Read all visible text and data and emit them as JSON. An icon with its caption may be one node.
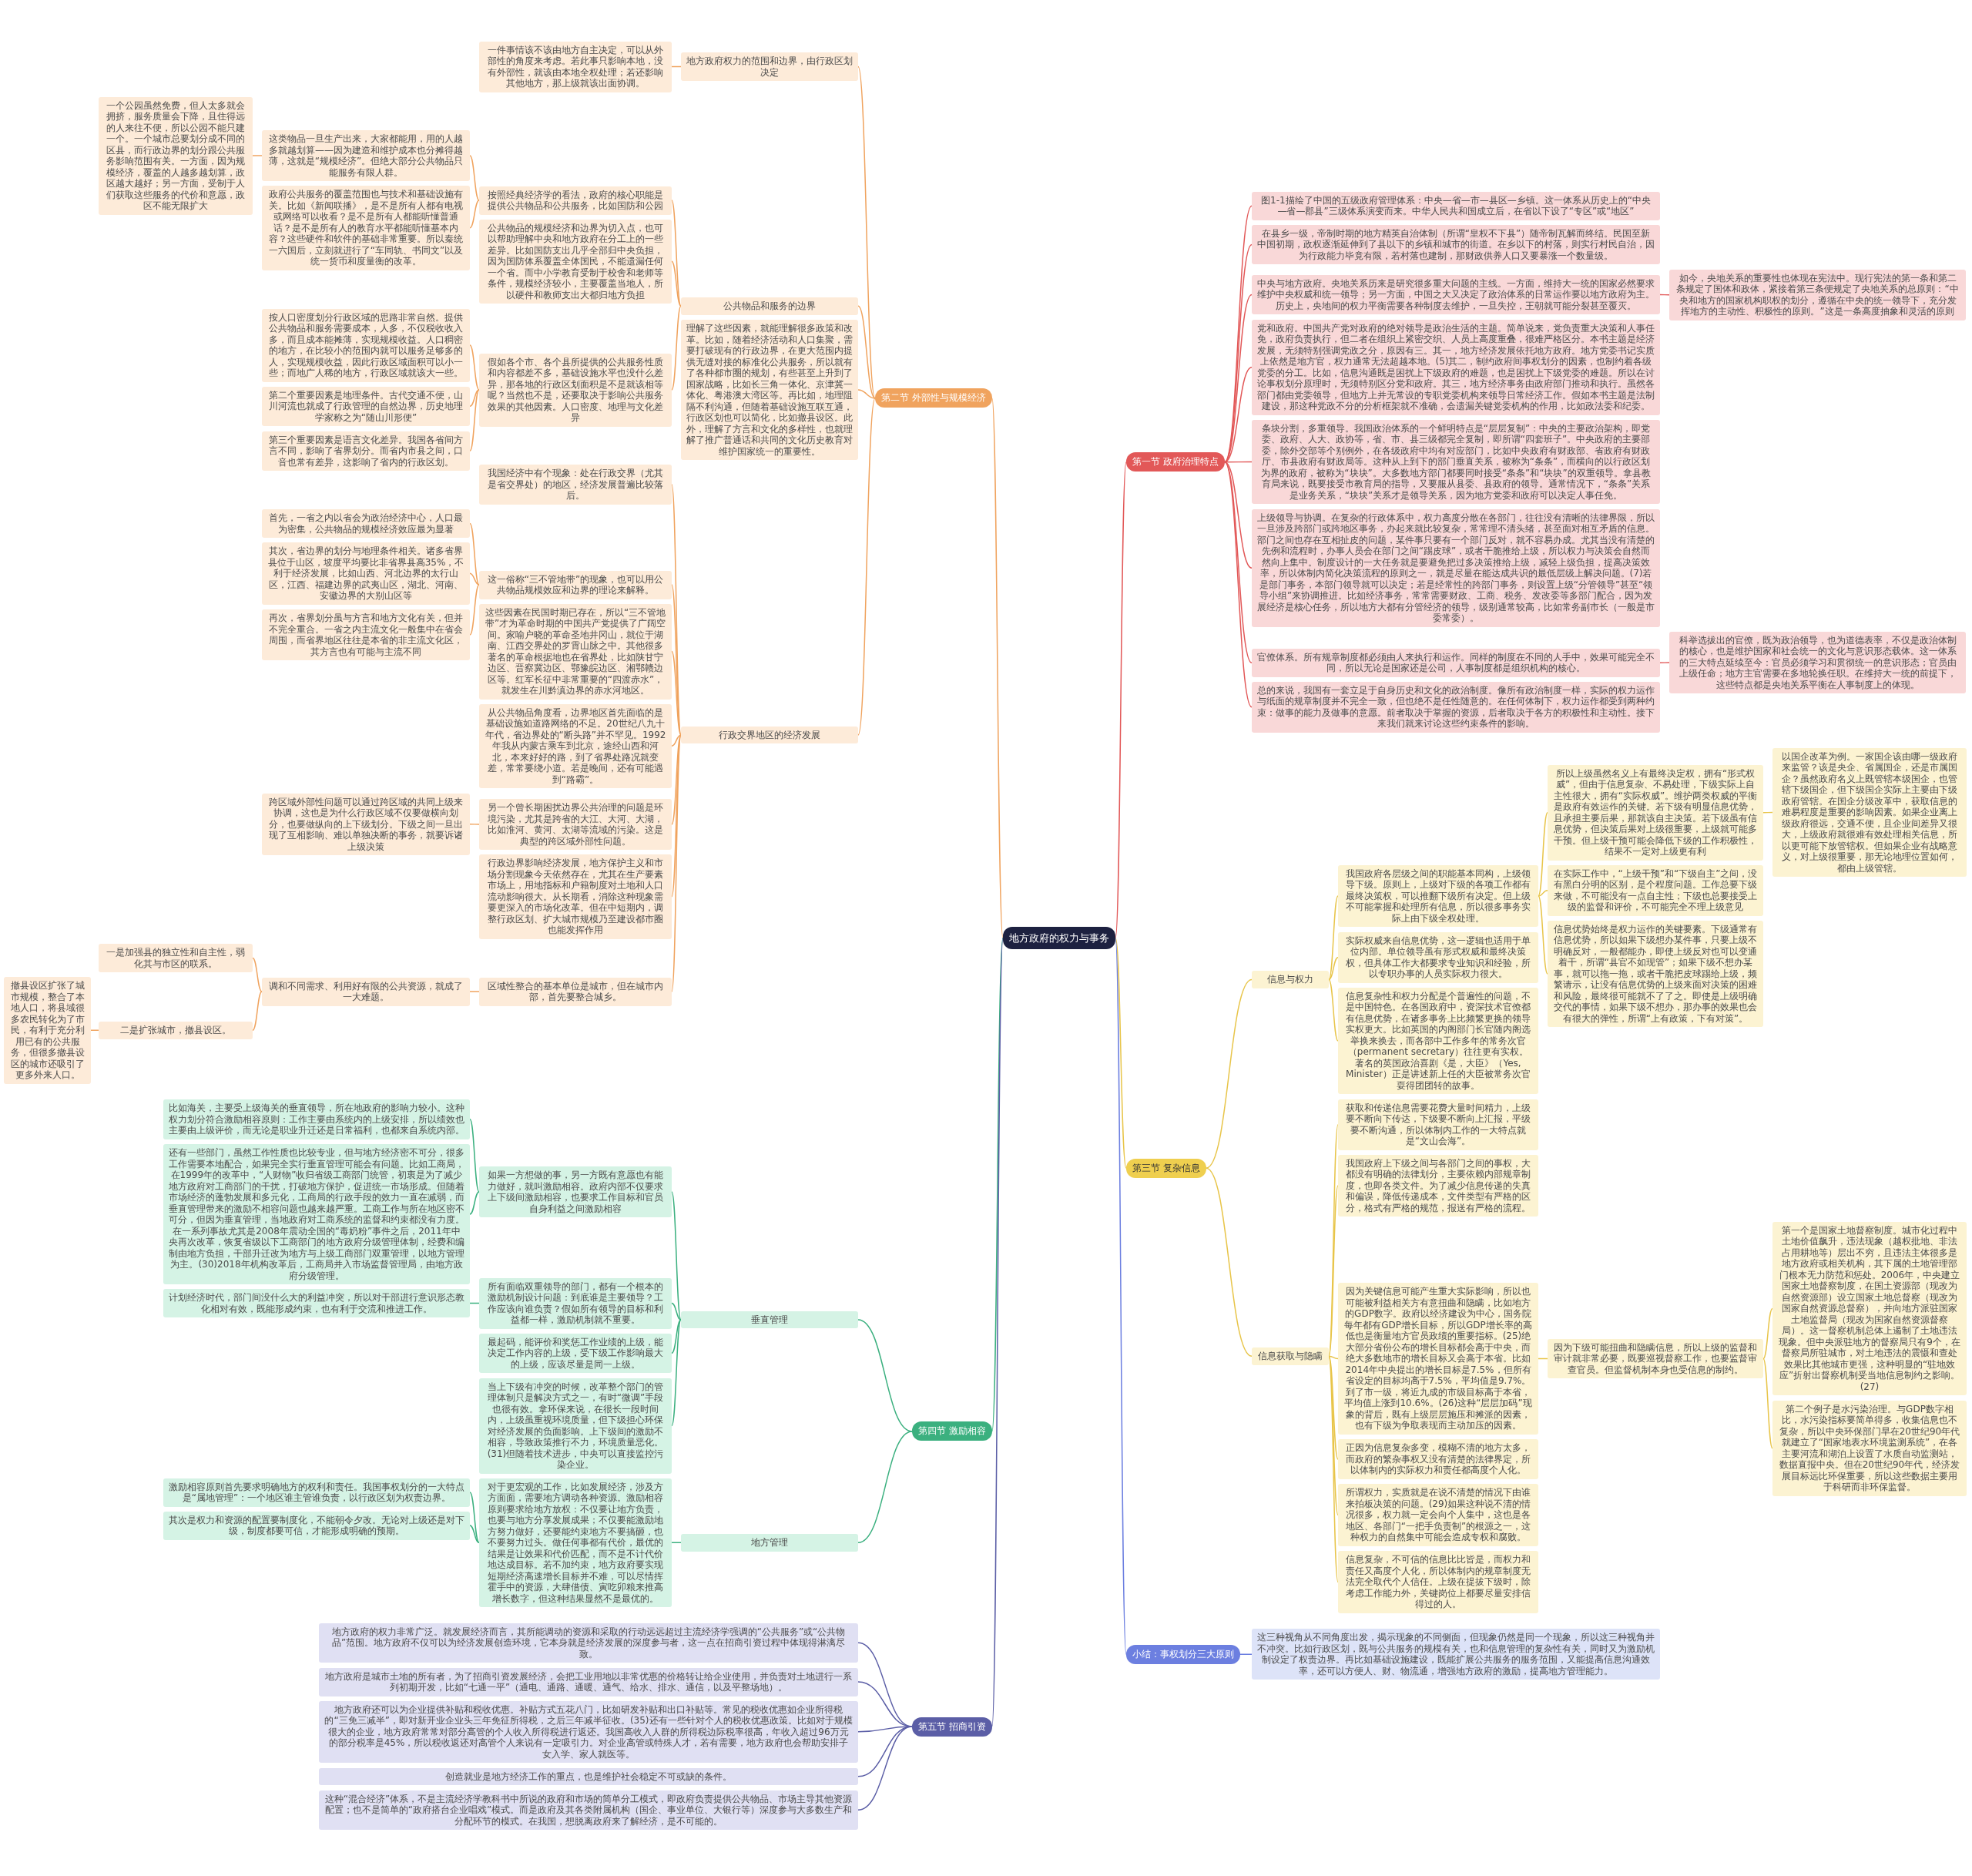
{
  "diagram": {
    "nodes": [
      {
        "text": [
          "地方政府的权力与事务"
        ]
      },
      {
        "text": [
          "第二节 外部性与规模经济"
        ]
      },
      {
        "text": [
          "地方政府权力的范围和边界，由行政区划决定"
        ]
      },
      {
        "text": [
          "一件事情该不该由地方自主决定，可以从外部性的角度来考虑。若此事只影响本地，没有外部性，就该由本地全权处理；若还影响其他地方，那上级就该出面协调。"
        ]
      },
      {
        "text": [
          "公共物品和服务的边界"
        ]
      },
      {
        "text": [
          "按照经典经济学的看法，政府的核心职能是提供公共物品和公共服务，比如国防和公园"
        ]
      },
      {
        "text": [
          "这类物品一旦生产出来，大家都能用，用的人越多就越划算——因为建造和维护成本也分摊得越薄，这就是“规模经济”。但绝大部分公共物品只能服务有限人群。"
        ]
      },
      {
        "text": [
          "一个公园虽然免费，但人太多就会拥挤，服务质量会下降，且住得远的人来往不便，所以公园不能只建一个。一个城市总要划分成不同的区县，而行政边界的划分跟公共服务影响范围有关。一方面，因为规模经济，覆盖的人越多越划算，政区越大越好；另一方面，受制于人们获取这些服务的代价和意愿，政区不能无限扩大"
        ]
      },
      {
        "text": [
          "政府公共服务的覆盖范围也与技术和基础设施有关。比如《新闻联播》，是不是所有人都有电视或网络可以收看？是不是所有人都能听懂普通话？是不是所有人的教育水平都能听懂基本内容？这些硬件和软件的基础非常重要。所以秦统一六国后，立刻就进行了“车同轨、书同文”以及统一货币和度量衡的改革。"
        ]
      },
      {
        "text": [
          "公共物品的规模经济和边界为切入点，也可以帮助理解中央和地方政府在分工上的一些差异。比如国防支出几乎全部归中央负担，因为国防体系覆盖全体国民，不能遗漏任何一个省。而中小学教育受制于校舍和老师等条件，规模经济较小，主要覆盖当地人，所以硬件和教师支出大都归地方负担"
        ]
      },
      {
        "text": [
          "假如各个市、各个县所提供的公共服务性质和内容都差不多，基础设施水平也没什么差异，那各地的行政区划面积是不是就该相等呢？当然也不是，还要取决于影响公共服务效果的其他因素。人口密度、地理与文化差异"
        ]
      },
      {
        "text": [
          "按人口密度划分行政区域的思路非常自然。提供公共物品和服务需要成本，人多，不仅税收收入多，而且成本能摊薄，实现规模收益。人口稠密的地方，在比较小的范围内就可以服务足够多的人，实现规模收益，因此行政区域面积可以小一些；而地广人稀的地方，行政区域就该大一些。"
        ]
      },
      {
        "text": [
          "第二个重要因素是地理条件。古代交通不便，山川河流也就成了行政管理的自然边界，历史地理学家称之为“随山川形便”"
        ]
      },
      {
        "text": [
          "第三个重要因素是语言文化差异。我国各省间方言不同，影响了省界划分。而省内市县之间，口音也常有差异，这影响了省内的行政区划。"
        ]
      },
      {
        "text": [
          "理解了这些因素，就能理解很多政策和改革。比如，随着经济活动和人口集聚，需要打破现有的行政边界，在更大范围内提供无缝对接的标准化公共服务，所以就有了各种都市圈的规划，有些甚至上升到了国家战略，比如长三角一体化、京津冀一体化、粤港澳大湾区等。再比如，地理阻隔不利沟通，但随着基础设施互联互通，行政区划也可以简化，比如撤县设区。此外，理解了方言和文化的多样性，也就理解了推广普通话和共同的文化历史教育对维护国家统一的重要性。"
        ]
      },
      {
        "text": [
          "行政交界地区的经济发展"
        ]
      },
      {
        "text": [
          "我国经济中有个现象：处在行政交界（尤其是省交界处）的地区，经济发展普遍比较落后。"
        ]
      },
      {
        "text": [
          "这一俗称“三不管地带”的现象，也可以用公共物品规模效应和边界的理论来解释。"
        ]
      },
      {
        "text": [
          "首先，一省之内以省会为政治经济中心，人口最为密集，公共物品的规模经济效应最为显著"
        ]
      },
      {
        "text": [
          "其次，省边界的划分与地理条件相关。诸多省界县位于山区，坡度平均要比非省界县高35%，不利于经济发展，比如山西、河北边界的太行山区，江西、福建边界的武夷山区，湖北、河南、安徽边界的大别山区等"
        ]
      },
      {
        "text": [
          "再次，省界划分虽与方言和地方文化有关，但并不完全重合。一省之内主流文化一般集中在省会周围，而省界地区往往是本省的非主流文化区，其方言也有可能与主流不同"
        ]
      },
      {
        "text": [
          "这些因素在民国时期已存在，所以“三不管地带”才为革命时期的中国共产党提供了广阔空间。家喻户晓的革命圣地井冈山，就位于湖南、江西交界处的罗霄山脉之中。其他很多著名的革命根据地也在省界处，比如陕甘宁边区、晋察冀边区、鄂豫皖边区、湘鄂赣边区等。红军长征中非常重要的“四渡赤水”，就发生在川黔滇边界的赤水河地区。"
        ]
      },
      {
        "text": [
          "从公共物品角度看，边界地区首先面临的是基础设施如道路网络的不足。20世纪八九十年代，省边界处的“断头路”并不罕见。1992年我从内蒙古乘车到北京，途经山西和河北，本来好好的路，到了省界处路况就变差，常常要绕小道。若是晚间，还有可能遇到“路霸”。"
        ]
      },
      {
        "text": [
          "另一个曾长期困扰边界公共治理的问题是环境污染，尤其是跨省的大江、大河、大湖，比如淮河、黄河、太湖等流域的污染。这是典型的跨区域外部性问题。"
        ]
      },
      {
        "text": [
          "跨区域外部性问题可以通过跨区域的共同上级来协调，这也是为什么行政区域不仅要做横向划分，也要做纵向的上下级划分。下级之间一旦出现了互相影响、难以单独决断的事务，就要诉诸上级决策"
        ]
      },
      {
        "text": [
          "行政边界影响经济发展，地方保护主义和市场分割现象今天依然存在，尤其在生产要素市场上，用地指标和户籍制度对土地和人口流动影响很大。从长期看，消除这种现象需要更深入的市场化改革。但在中短期内，调整行政区划、扩大城市规模乃至建设都市圈也能发挥作用"
        ]
      },
      {
        "text": [
          "区域性整合的基本单位是城市，但在城市内部，首先要整合城乡。"
        ]
      },
      {
        "text": [
          "调和不同需求、利用好有限的公共资源，就成了一大难题。"
        ]
      },
      {
        "text": [
          "一是加强县的独立性和自主性，弱化其与市区的联系。"
        ]
      },
      {
        "text": [
          "二是扩张城市，撤县设区。"
        ]
      },
      {
        "text": [
          "撤县设区扩张了城市规模，整合了本地人口，将县域很多农民转化为了市民，有利于充分利用已有的公共服务，但很多撤县设区的城市还吸引了更多外来人口。"
        ]
      },
      {
        "text": [
          "第四节 激励相容"
        ]
      },
      {
        "text": [
          "垂直管理"
        ]
      },
      {
        "text": [
          "如果一方想做的事，另一方既有意愿也有能力做好，就叫激励相容。政府内部不仅要求上下级间激励相容，也要求工作目标和官员自身利益之间激励相容"
        ]
      },
      {
        "text": [
          "比如海关，主要受上级海关的垂直领导，所在地政府的影响力较小。这种权力划分符合激励相容原则：工作主要由系统内的上级安排，所以绩效也主要由上级评价，而无论是职业升迁还是日常福利，也都来自系统内部。"
        ]
      },
      {
        "text": [
          "还有一些部门，虽然工作性质也比较专业，但与地方经济密不可分，很多工作需要本地配合，如果完全实行垂直管理可能会有问题。比如工商局，在1999年的改革中，“人财物”收归省级工商部门统管，初衷是为了减少地方政府对工商部门的干扰，打破地方保护，促进统一市场形成。但随着市场经济的蓬勃发展和多元化，工商局的行政手段的效力一直在减弱，而垂直管理带来的激励不相容问题也越来越严重。工商工作与所在地区密不可分，但因为垂直管理，当地政府对工商系统的监督和约束都没有力度。在一系列事故尤其是2008年震动全国的“毒奶粉”事件之后，2011年中央再次改革，恢复省级以下工商部门的地方政府分级管理体制，经费和编制由地方负担，干部升迁改为地方与上级工商部门双重管理，以地方管理为主。(30)2018年机构改革后，工商局并入市场监督管理局，由地方政府分级管理。"
        ]
      },
      {
        "text": [
          "所有面临双重领导的部门，都有一个根本的激励机制设计问题：到底谁是主要领导？工作应该向谁负责？假如所有领导的目标和利益都一样，激励机制就不重要。"
        ]
      },
      {
        "text": [
          "计划经济时代，部门间没什么大的利益冲突，所以对干部进行意识形态教化相对有效，既能形成约束，也有利于交流和推进工作。"
        ]
      },
      {
        "text": [
          "最起码，能评价和奖惩工作业绩的上级，能决定工作内容的上级，受下级工作影响最大的上级，应该尽量是同一上级。"
        ]
      },
      {
        "text": [
          "当上下级有冲突的时候，改革整个部门的管理体制只是解决方式之一，有时“微调”手段也很有效。拿环保来说，在很长一段时间内，上级虽重视环境质量，但下级担心环保对经济发展的负面影响。上下级间的激励不相容，导致政策推行不力，环境质量恶化。(31)但随着技术进步，中央可以直接监控污染企业。"
        ]
      },
      {
        "text": [
          "地方管理"
        ]
      },
      {
        "text": [
          "对于更宏观的工作，比如发展经济，涉及方方面面，需要地方调动各种资源。激励相容原则要求给地方放权：不仅要让地方负责，也要与地方分享发展成果；不仅要能激励地方努力做好，还要能约束地方不要搞砸，也不要努力过头。做任何事都有代价，最优的结果是让效果和代价匹配，而不是不计代价地达成目标。若不加约束，地方政府要实现短期经济高速增长目标并不难，可以尽情挥霍手中的资源，大肆借债、寅吃卯粮来推高增长数字，但这种结果显然不是最优的。"
        ]
      },
      {
        "text": [
          "激励相容原则首先要求明确地方的权利和责任。我国事权划分的一大特点是“属地管理”：一个地区谁主管谁负责，以行政区划为权责边界。"
        ]
      },
      {
        "text": [
          "其次是权力和资源的配置要制度化，不能朝令夕改。无论对上级还是对下级，制度都要可信，才能形成明确的预期。"
        ]
      },
      {
        "text": [
          "第五节 招商引资"
        ]
      },
      {
        "text": [
          "地方政府的权力非常广泛。就发展经济而言，其所能调动的资源和采取的行动远远超过主流经济学强调的“公共服务”或“公共物品”范围。地方政府不仅可以为经济发展创造环境，它本身就是经济发展的深度参与者，这一点在招商引资过程中体现得淋漓尽致。"
        ]
      },
      {
        "text": [
          "地方政府是城市土地的所有者，为了招商引资发展经济，会把工业用地以非常优惠的价格转让给企业使用，并负责对土地进行一系列初期开发，比如“七通一平”（通电、通路、通暖、通气、给水、排水、通信，以及平整场地）。"
        ]
      },
      {
        "text": [
          "地方政府还可以为企业提供补贴和税收优惠。补贴方式五花八门，比如研发补贴和出口补贴等。常见的税收优惠如企业所得税的“三免三减半”，即对新开业企业头三年免征所得税，之后三年减半征收。(35)还有一些针对个人的税收优惠政策。比如对于规模很大的企业，地方政府常常对部分高管的个人收入所得税进行返还。我国高收入人群的所得税边际税率很高，年收入超过96万元的部分税率是45%，所以税收返还对高管个人来说有一定吸引力。对企业高管或特殊人才，若有需要，地方政府也会帮助安排子女入学、家人就医等。"
        ]
      },
      {
        "text": [
          "创造就业是地方经济工作的重点，也是维护社会稳定不可或缺的条件。"
        ]
      },
      {
        "text": [
          "这种“混合经济”体系，不是主流经济学教科书中所说的政府和市场的简单分工模式，即政府负责提供公共物品、市场主导其他资源配置；也不是简单的“政府搭台企业唱戏”模式。而是政府及其各类附属机构（国企、事业单位、大银行等）深度参与大多数生产和分配环节的模式。在我国，想脱离政府来了解经济，是不可能的。"
        ]
      },
      {
        "text": [
          "第一节 政府治理特点"
        ]
      },
      {
        "text": [
          "图1-1描绘了中国的五级政府管理体系：中央—省—市—县区—乡镇。这一体系从历史上的“中央—省—郡县”三级体系演变而来。中华人民共和国成立后，在省以下设了“专区”或“地区”"
        ]
      },
      {
        "text": [
          "在县乡一级，帝制时期的地方精英自治体制（所谓“皇权不下县”）随帝制瓦解而终结。民国至新中国初期，政权逐渐延伸到了县以下的乡镇和城市的街道。在乡以下的村落，则实行村民自治，因为行政能力毕竟有限，若村落也建制，那财政供养人口又要暴涨一个数量级。"
        ]
      },
      {
        "text": [
          "中央与地方政府。央地关系历来是研究很多重大问题的主线。一方面，维持大一统的国家必然要求维护中央权威和统一领导；另一方面，中国之大又决定了政治体系的日常运作要以地方政府为主。历史上，央地间的权力平衡需要各种制度去维护，一旦失控，王朝就可能分裂甚至覆灭。"
        ]
      },
      {
        "text": [
          "如今，央地关系的重要性也体现在宪法中。现行宪法的第一条和第二条规定了国体和政体，紧接着第三条便规定了央地关系的总原则：“中央和地方的国家机构职权的划分，遵循在中央的统一领导下，充分发挥地方的主动性、积极性的原则。”这是一条高度抽象和灵活的原则"
        ]
      },
      {
        "text": [
          "党和政府。中国共产党对政府的绝对领导是政治生活的主题。简单说来，党负责重大决策和人事任免，政府负责执行，但二者在组织上紧密交织、人员上高度重叠，很难严格区分。本书主题是经济发展，无须特别强调党政之分，原因有三。其一，地方经济发展依托地方政府。地方党委书记实质上依然是地方官，权力通常无法超越本地。(5)其二，制约政府间事权划分的因素，也制约着各级党委的分工。比如，信息沟通既是困扰上下级政府的难题，也是困扰上下级党委的难题。所以在讨论事权划分原理时，无须特别区分党和政府。其三，地方经济事务由政府部门推动和执行。虽然各部门都由党委领导，但地方上并无常设的专职党委机构来领导日常经济工作。假如本书主题是法制建设，那这种党政不分的分析框架就不准确，会遗漏关键党委机构的作用，比如政法委和纪委。"
        ]
      },
      {
        "text": [
          "条块分割，多重领导。我国政治体系的一个鲜明特点是“层层复制”：中央的主要政治架构，即党委、政府、人大、政协等，省、市、县三级都完全复制，即所谓“四套班子”。中央政府的主要部委，除外交部等个别例外，在各级政府中均有对应部门，比如中央政府有财政部、省政府有财政厅、市县政府有财政局等。这种从上到下的部门垂直关系，被称为“条条”，而横向的以行政区划为界的政府，被称为“块块”。大多数地方部门都要同时接受“条条”和“块块”的双重领导。拿县教育局来说，既要接受市教育局的指导，又要服从县委、县政府的领导。通常情况下，“条条”关系是业务关系，“块块”关系才是领导关系，因为地方党委和政府可以决定人事任免。"
        ]
      },
      {
        "text": [
          "上级领导与协调。在复杂的行政体系中，权力高度分散在各部门，往往没有清晰的法律界限，所以一旦涉及跨部门或跨地区事务，办起来就比较复杂，常常理不清头绪，甚至面对相互矛盾的信息。部门之间也存在互相扯皮的问题，某件事只要有一个部门反对，就不容易办成。尤其当没有清楚的先例和流程时，办事人员会在部门之间“踢皮球”，或者干脆推给上级，所以权力与决策会自然而然向上集中。制度设计的一大任务就是要避免把过多决策推给上级，减轻上级负担，提高决策效率，所以体制内简化决策流程的原则之一，就是尽量在能达成共识的最低层级上解决问题。(7)若是部门事务，本部门领导就可以决定；若是经常性的跨部门事务，则设置上级“分管领导”甚至“领导小组”来协调推进。比如经济事务，常常需要财政、工商、税务、发改委等多部门配合，因为发展经济是核心任务，所以地方大都有分管经济的领导，级别通常较高，比如常务副市长（一般是市委常委）。"
        ]
      },
      {
        "text": [
          "官僚体系。所有规章制度都必须由人来执行和运作。同样的制度在不同的人手中，效果可能完全不同，所以无论是国家还是公司，人事制度都是组织机构的核心。"
        ]
      },
      {
        "text": [
          "科举选拔出的官僚，既为政治领导，也为道德表率，不仅是政治体制的核心，也是维护国家和社会统一的文化与意识形态载体。这一体系的三大特点延续至今：官员必须学习和贯彻统一的意识形态；官员由上级任命；地方主官需要在多地轮换任职。在维持大一统的前提下，这些特点都是央地关系平衡在人事制度上的体现。"
        ]
      },
      {
        "text": [
          "总的来说，我国有一套立足于自身历史和文化的政治制度。像所有政治制度一样，实际的权力运作与纸面的规章制度并不完全一致，但也绝不是任性随意的。在任何体制下，权力运作都受到两种约束：做事的能力及做事的意愿。前者取决于掌握的资源，后者取决于各方的积极性和主动性。接下来我们就来讨论这些约束条件的影响。"
        ]
      },
      {
        "text": [
          "第三节 复杂信息"
        ]
      },
      {
        "text": [
          "信息与权力"
        ]
      },
      {
        "text": [
          "我国政府各层级之间的职能基本同构，上级领导下级。原则上，上级对下级的各项工作都有最终决策权，可以推翻下级所有决定。但上级不可能掌握和处理所有信息，所以很多事务实际上由下级全权处理。"
        ]
      },
      {
        "text": [
          "所以上级虽然名义上有最终决定权，拥有“形式权威”，但由于信息复杂、不易处理，下级实际上自主性很大，拥有“实际权威”。维护两类权威的平衡是政府有效运作的关键。若下级有明显信息优势，且承担主要后果，那就该自主决策。若下级虽有信息优势，但决策后果对上级很重要，上级就可能多干预。但上级干预可能会降低下级的工作积极性，结果不一定对上级更有利"
        ]
      },
      {
        "text": [
          "以国企改革为例。一家国企该由哪一级政府来监管？该是央企、省属国企，还是市属国企？虽然政府名义上既管辖本级国企，也管辖下级国企，但下级国企实际上主要由下级政府管辖。在国企分级改革中，获取信息的难易程度是重要的影响因素。如果企业离上级政府很远，交通不便，且企业间差异又很大，上级政府就很难有效处理相关信息，所以更可能下放管辖权。但如果企业有战略意义，对上级很重要，那无论地理位置如何，都由上级管辖。"
        ]
      },
      {
        "text": [
          "在实际工作中，“上级干预”和“下级自主”之间，没有黑白分明的区别，是个程度问题。工作总要下级来做，不可能没有一点自主性；下级也总要接受上级的监督和评价，不可能完全不理上级意见"
        ]
      },
      {
        "text": [
          "信息优势始终是权力运作的关键要素。下级通常有信息优势，所以如果下级想办某件事，只要上级不明确反对，一般都能办，即使上级反对也可以变通着干，所谓“县官不如现管”；如果下级不想办某事，就可以拖一拖，或者干脆把皮球踢给上级，频繁请示，让没有信息优势的上级来面对决策的困难和风险，最终很可能就不了了之。即使是上级明确交代的事情，如果下级不想办，那办事的效果也会有很大的弹性，所谓“上有政策，下有对策”。"
        ]
      },
      {
        "text": [
          "实际权威来自信息优势，这一逻辑也适用于单位内部。单位领导虽有形式权威和最终决策权，但具体工作大都要求专业知识和经验，所以专职办事的人员实际权力很大。"
        ]
      },
      {
        "text": [
          "信息复杂性和权力分配是个普遍性的问题，不是中国特色。在各国政府中，资深技术官僚都有信息优势，在诸多事务上比频繁更换的领导实权更大。比如英国的内阁部门长官随内阁选举换来换去，而各部中工作多年的常务次官（permanent secretary）往往更有实权。著名的英国政治喜剧《是，大臣》（Yes, Minister）正是讲述新上任的大臣被常务次官耍得团团转的故事。"
        ]
      },
      {
        "text": [
          "信息获取与隐瞒"
        ]
      },
      {
        "text": [
          "获取和传递信息需要花费大量时间精力，上级要不断向下传达，下级要不断向上汇报，平级要不断沟通，所以体制内工作的一大特点就是“文山会海”。"
        ]
      },
      {
        "text": [
          "我国政府上下级之间与各部门之间的事权，大都没有明确的法律划分，主要依赖内部规章制度，也即各类文件。为了减少信息传递的失真和偏误，降低传递成本，文件类型有严格的区分，格式有严格的规范，报送有严格的流程。"
        ]
      },
      {
        "text": [
          "因为关键信息可能产生重大实际影响，所以也可能被利益相关方有意扭曲和隐瞒，比如地方的GDP数字。政府以经济建设为中心，国务院每年都有GDP增长目标，所以GDP增长率的高低也是衡量地方官员政绩的重要指标。(25)绝大部分省份公布的增长目标都会高于中央，而绝大多数地市的增长目标又会高于本省。比如2014年中央提出的增长目标是7.5%，但所有省设定的目标均高于7.5%，平均值是9.7%。到了市一级，将近九成的市级目标高于本省，平均值上涨到10.6%。(26)这种“层层加码”现象的背后，既有上级层层施压和摊派的因素，也有下级为争取表现而主动加压的因素。"
        ]
      },
      {
        "text": [
          "因为下级可能扭曲和隐瞒信息，所以上级的监督和审计就非常必要，既要巡视督察工作，也要监督审查官员。但监督机制本身也受信息的制约。"
        ]
      },
      {
        "text": [
          "第一个是国家土地督察制度。城市化过程中土地价值飙升，违法现象（越权批地、非法占用耕地等）层出不穷，且违法主体很多是地方政府或相关机构，其下属的土地管理部门根本无力防范和惩处。2006年，中央建立国家土地督察制度，在国土资源部（现改为自然资源部）设立国家土地总督察（现改为国家自然资源总督察），并向地方派驻国家土地监督局（现改为国家自然资源督察局）。这一督察机制总体上遏制了土地违法现象。但中央派驻地方的督察局只有9个，在督察局所驻城市，对土地违法的震慑和查处效果比其他城市更强，这种明显的“驻地效应”折射出督察机制受当地信息制约之影响。(27)"
        ]
      },
      {
        "text": [
          "第二个例子是水污染治理。与GDP数字相比，水污染指标要简单得多，收集信息也不复杂，所以中央环保部门早在20世纪90年代就建立了“国家地表水环境监测系统”，在各主要河流和湖泊上设置了水质自动监测站，数据直报中央。但在20世纪90年代，经济发展目标远比环保重要，所以这些数据主要用于科研而非环保监督。"
        ]
      },
      {
        "text": [
          "正因为信息复杂多变，模糊不清的地方太多，而政府的繁杂事权又没有清楚的法律界定，所以体制内的实际权力和责任都高度个人化。"
        ]
      },
      {
        "text": [
          "所谓权力，实质就是在说不清楚的情况下由谁来拍板决策的问题。(29)如果这种说不清的情况很多，权力就一定会向个人集中，这也是各地区、各部门“一把手负责制”的根源之一，这种权力的自然集中可能会造成专权和腐败。"
        ]
      },
      {
        "text": [
          "信息复杂，不可信的信息比比皆是，而权力和责任又高度个人化，所以体制内的规章制度无法完全取代个人信任。上级在提拔下级时，除考虑工作能力外，关键岗位上都要尽量安排信得过的人。"
        ]
      },
      {
        "text": [
          "小结：事权划分三大原则"
        ]
      },
      {
        "text": [
          "这三种视角从不同角度出发，揭示现象的不同侧面，但现象仍然是同一个现象，所以这三种视角并不冲突。比如行政区划，既与公共服务的规模有关，也和信息管理的复杂性有关，同时又为激励机制设定了权责边界。再比如基础设施建设，既能扩展公共服务的服务范围，又能提高信息沟通效率，还可以方便人、财、物流通，增强地方政府的激励，提高地方管理能力。"
        ]
      }
    ],
    "edges": [
      {
        "from": 0,
        "to": 1,
        "arrow": "none",
        "color": "#f0a35e"
      },
      {
        "from": 0,
        "to": 31,
        "arrow": "none",
        "color": "#3bb07f"
      },
      {
        "from": 0,
        "to": 44,
        "arrow": "none",
        "color": "#5b5ea6"
      },
      {
        "from": 0,
        "to": 50,
        "arrow": "none",
        "color": "#e25858"
      },
      {
        "from": 0,
        "to": 61,
        "arrow": "none",
        "color": "#e8c54a"
      },
      {
        "from": 0,
        "to": 80,
        "arrow": "none",
        "color": "#6c7fe0"
      },
      {
        "from": 1,
        "to": 2,
        "arrow": "none",
        "color": "#f0a35e"
      },
      {
        "from": 2,
        "to": 3,
        "arrow": "none",
        "color": "#f0a35e"
      },
      {
        "from": 1,
        "to": 4,
        "arrow": "none",
        "color": "#f0a35e"
      },
      {
        "from": 4,
        "to": 5,
        "arrow": "none",
        "color": "#f0a35e"
      },
      {
        "from": 5,
        "to": 6,
        "arrow": "none",
        "color": "#f0a35e"
      },
      {
        "from": 6,
        "to": 7,
        "arrow": "none",
        "color": "#f0a35e"
      },
      {
        "from": 5,
        "to": 8,
        "arrow": "none",
        "color": "#f0a35e"
      },
      {
        "from": 4,
        "to": 9,
        "arrow": "none",
        "color": "#f0a35e"
      },
      {
        "from": 4,
        "to": 10,
        "arrow": "none",
        "color": "#f0a35e"
      },
      {
        "from": 10,
        "to": 11,
        "arrow": "none",
        "color": "#f0a35e"
      },
      {
        "from": 10,
        "to": 12,
        "arrow": "none",
        "color": "#f0a35e"
      },
      {
        "from": 10,
        "to": 13,
        "arrow": "none",
        "color": "#f0a35e"
      },
      {
        "from": 1,
        "to": 14,
        "arrow": "none",
        "color": "#f0a35e"
      },
      {
        "from": 1,
        "to": 15,
        "arrow": "none",
        "color": "#f0a35e"
      },
      {
        "from": 15,
        "to": 16,
        "arrow": "none",
        "color": "#f0a35e"
      },
      {
        "from": 15,
        "to": 17,
        "arrow": "none",
        "color": "#f0a35e"
      },
      {
        "from": 17,
        "to": 18,
        "arrow": "none",
        "color": "#f0a35e"
      },
      {
        "from": 17,
        "to": 19,
        "arrow": "none",
        "color": "#f0a35e"
      },
      {
        "from": 17,
        "to": 20,
        "arrow": "none",
        "color": "#f0a35e"
      },
      {
        "from": 15,
        "to": 21,
        "arrow": "none",
        "color": "#f0a35e"
      },
      {
        "from": 15,
        "to": 22,
        "arrow": "none",
        "color": "#f0a35e"
      },
      {
        "from": 15,
        "to": 23,
        "arrow": "none",
        "color": "#f0a35e"
      },
      {
        "from": 23,
        "to": 24,
        "arrow": "none",
        "color": "#f0a35e"
      },
      {
        "from": 15,
        "to": 25,
        "arrow": "none",
        "color": "#f0a35e"
      },
      {
        "from": 15,
        "to": 26,
        "arrow": "none",
        "color": "#f0a35e"
      },
      {
        "from": 26,
        "to": 27,
        "arrow": "none",
        "color": "#f0a35e"
      },
      {
        "from": 27,
        "to": 28,
        "arrow": "none",
        "color": "#f0a35e"
      },
      {
        "from": 27,
        "to": 29,
        "arrow": "none",
        "color": "#f0a35e"
      },
      {
        "from": 29,
        "to": 30,
        "arrow": "none",
        "color": "#f0a35e"
      },
      {
        "from": 31,
        "to": 32,
        "arrow": "none",
        "color": "#3bb07f"
      },
      {
        "from": 32,
        "to": 33,
        "arrow": "none",
        "color": "#3bb07f"
      },
      {
        "from": 33,
        "to": 34,
        "arrow": "none",
        "color": "#3bb07f"
      },
      {
        "from": 33,
        "to": 35,
        "arrow": "none",
        "color": "#3bb07f"
      },
      {
        "from": 32,
        "to": 36,
        "arrow": "none",
        "color": "#3bb07f"
      },
      {
        "from": 36,
        "to": 37,
        "arrow": "none",
        "color": "#3bb07f"
      },
      {
        "from": 32,
        "to": 38,
        "arrow": "none",
        "color": "#3bb07f"
      },
      {
        "from": 32,
        "to": 39,
        "arrow": "none",
        "color": "#3bb07f"
      },
      {
        "from": 31,
        "to": 40,
        "arrow": "none",
        "color": "#3bb07f"
      },
      {
        "from": 40,
        "to": 41,
        "arrow": "none",
        "color": "#3bb07f"
      },
      {
        "from": 41,
        "to": 42,
        "arrow": "none",
        "color": "#3bb07f"
      },
      {
        "from": 41,
        "to": 43,
        "arrow": "none",
        "color": "#3bb07f"
      },
      {
        "from": 44,
        "to": 45,
        "arrow": "none",
        "color": "#5b5ea6"
      },
      {
        "from": 44,
        "to": 46,
        "arrow": "none",
        "color": "#5b5ea6"
      },
      {
        "from": 44,
        "to": 47,
        "arrow": "none",
        "color": "#5b5ea6"
      },
      {
        "from": 44,
        "to": 48,
        "arrow": "none",
        "color": "#5b5ea6"
      },
      {
        "from": 44,
        "to": 49,
        "arrow": "none",
        "color": "#5b5ea6"
      },
      {
        "from": 50,
        "to": 51,
        "arrow": "none",
        "color": "#e25858"
      },
      {
        "from": 50,
        "to": 52,
        "arrow": "none",
        "color": "#e25858"
      },
      {
        "from": 50,
        "to": 53,
        "arrow": "none",
        "color": "#e25858"
      },
      {
        "from": 53,
        "to": 54,
        "arrow": "none",
        "color": "#e25858"
      },
      {
        "from": 50,
        "to": 55,
        "arrow": "none",
        "color": "#e25858"
      },
      {
        "from": 50,
        "to": 56,
        "arrow": "none",
        "color": "#e25858"
      },
      {
        "from": 50,
        "to": 57,
        "arrow": "none",
        "color": "#e25858"
      },
      {
        "from": 50,
        "to": 58,
        "arrow": "none",
        "color": "#e25858"
      },
      {
        "from": 58,
        "to": 59,
        "arrow": "none",
        "color": "#e25858"
      },
      {
        "from": 50,
        "to": 60,
        "arrow": "none",
        "color": "#e25858"
      },
      {
        "from": 61,
        "to": 62,
        "arrow": "none",
        "color": "#e8c54a"
      },
      {
        "from": 62,
        "to": 63,
        "arrow": "none",
        "color": "#e8c54a"
      },
      {
        "from": 63,
        "to": 64,
        "arrow": "none",
        "color": "#e8c54a"
      },
      {
        "from": 64,
        "to": 65,
        "arrow": "none",
        "color": "#e8c54a"
      },
      {
        "from": 63,
        "to": 66,
        "arrow": "none",
        "color": "#e8c54a"
      },
      {
        "from": 63,
        "to": 67,
        "arrow": "none",
        "color": "#e8c54a"
      },
      {
        "from": 62,
        "to": 68,
        "arrow": "none",
        "color": "#e8c54a"
      },
      {
        "from": 62,
        "to": 69,
        "arrow": "none",
        "color": "#e8c54a"
      },
      {
        "from": 61,
        "to": 70,
        "arrow": "none",
        "color": "#e8c54a"
      },
      {
        "from": 70,
        "to": 71,
        "arrow": "none",
        "color": "#e8c54a"
      },
      {
        "from": 70,
        "to": 72,
        "arrow": "none",
        "color": "#e8c54a"
      },
      {
        "from": 70,
        "to": 73,
        "arrow": "none",
        "color": "#e8c54a"
      },
      {
        "from": 73,
        "to": 74,
        "arrow": "none",
        "color": "#e8c54a"
      },
      {
        "from": 74,
        "to": 75,
        "arrow": "none",
        "color": "#e8c54a"
      },
      {
        "from": 74,
        "to": 76,
        "arrow": "none",
        "color": "#e8c54a"
      },
      {
        "from": 70,
        "to": 77,
        "arrow": "none",
        "color": "#e8c54a"
      },
      {
        "from": 70,
        "to": 78,
        "arrow": "none",
        "color": "#e8c54a"
      },
      {
        "from": 70,
        "to": 79,
        "arrow": "none",
        "color": "#e8c54a"
      },
      {
        "from": 80,
        "to": 81,
        "arrow": "none",
        "color": "#6c7fe0"
      }
    ]
  }
}
